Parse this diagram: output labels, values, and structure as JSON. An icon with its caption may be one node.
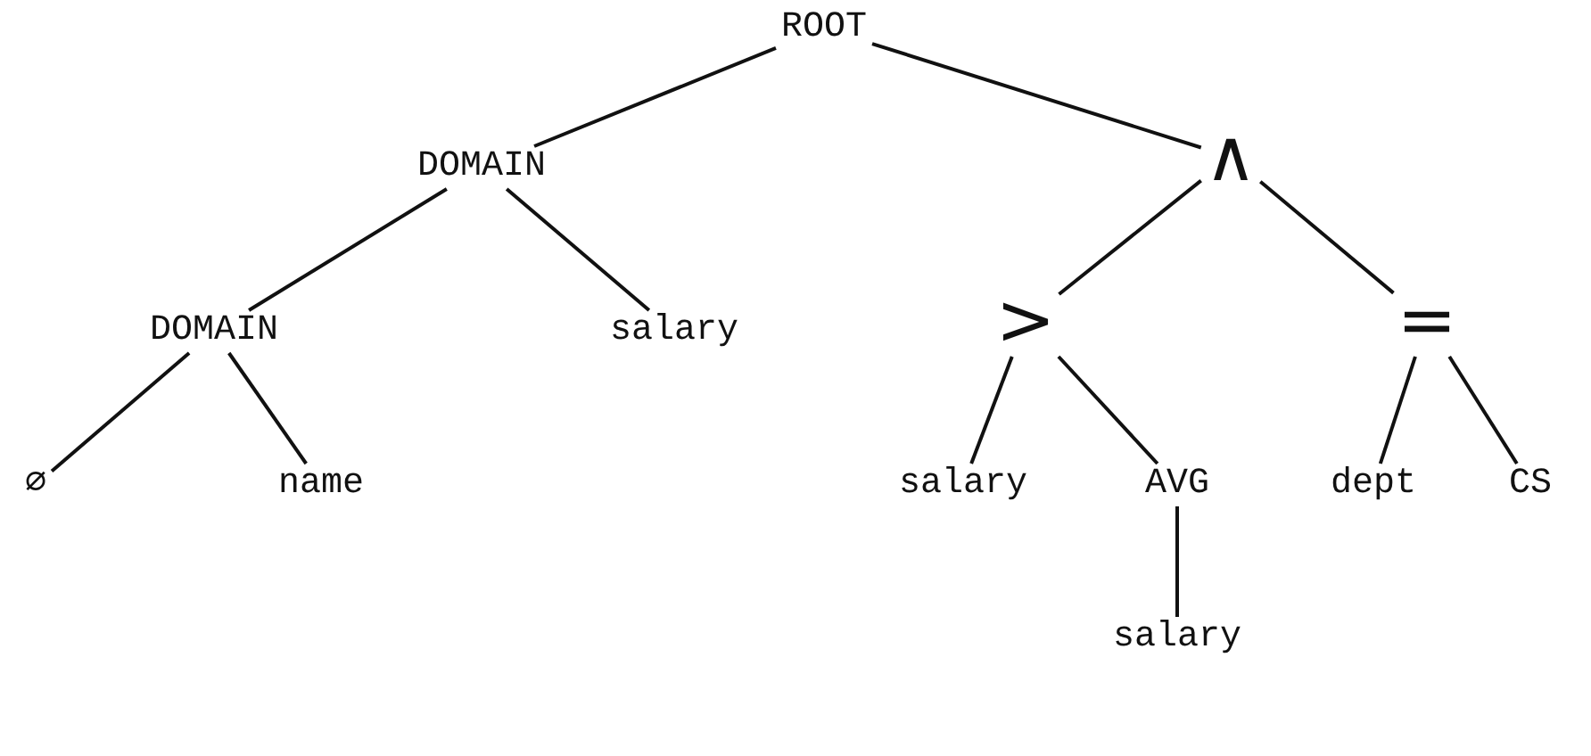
{
  "diagram": {
    "nodes": [
      {
        "text": [
          "ROOT"
        ]
      },
      {
        "text": [
          "DOMAIN"
        ]
      },
      {
        "text": [
          "∧"
        ]
      },
      {
        "text": [
          "DOMAIN"
        ]
      },
      {
        "text": [
          "salary"
        ]
      },
      {
        "text": [
          ">"
        ]
      },
      {
        "text": [
          "="
        ]
      },
      {
        "text": [
          "∅"
        ]
      },
      {
        "text": [
          "name"
        ]
      },
      {
        "text": [
          "salary"
        ]
      },
      {
        "text": [
          "AVG"
        ]
      },
      {
        "text": [
          "dept"
        ]
      },
      {
        "text": [
          "CS"
        ]
      },
      {
        "text": [
          "salary"
        ]
      }
    ],
    "edges": [
      {
        "from": 0,
        "to": 1,
        "arrow": "none"
      },
      {
        "from": 0,
        "to": 2,
        "arrow": "none"
      },
      {
        "from": 1,
        "to": 3,
        "arrow": "none"
      },
      {
        "from": 1,
        "to": 4,
        "arrow": "none"
      },
      {
        "from": 2,
        "to": 5,
        "arrow": "none"
      },
      {
        "from": 2,
        "to": 6,
        "arrow": "none"
      },
      {
        "from": 3,
        "to": 7,
        "arrow": "none"
      },
      {
        "from": 3,
        "to": 8,
        "arrow": "none"
      },
      {
        "from": 5,
        "to": 9,
        "arrow": "none"
      },
      {
        "from": 5,
        "to": 10,
        "arrow": "none"
      },
      {
        "from": 6,
        "to": 11,
        "arrow": "none"
      },
      {
        "from": 6,
        "to": 12,
        "arrow": "none"
      },
      {
        "from": 10,
        "to": 13,
        "arrow": "none"
      }
    ]
  }
}
